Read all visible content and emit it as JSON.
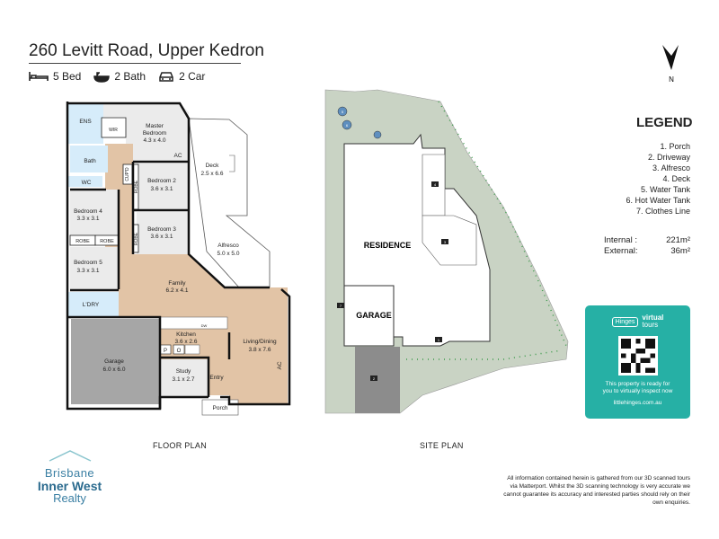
{
  "header": {
    "title": "260 Levitt Road, Upper Kedron",
    "features": [
      {
        "icon": "bed-icon",
        "label": "5 Bed"
      },
      {
        "icon": "bath-icon",
        "label": "2 Bath"
      },
      {
        "icon": "car-icon",
        "label": "2 Car"
      }
    ]
  },
  "compass": {
    "label": "N"
  },
  "floor_plan": {
    "caption": "FLOOR PLAN",
    "rooms": {
      "ens": "ENS",
      "wir": "WIR",
      "master": "Master",
      "master2": "Bedroom",
      "master_size": "4.3 x 4.0",
      "ac1": "AC",
      "bath": "Bath",
      "wc": "WC",
      "cupd": "CUP'D",
      "robe": "ROBE",
      "bed2": "Bedroom 2",
      "bed2_size": "3.6 x 3.1",
      "bed3": "Bedroom 3",
      "bed3_size": "3.6 x 3.1",
      "bed4": "Bedroom 4",
      "bed4_size": "3.3 x 3.1",
      "bed5": "Bedroom 5",
      "bed5_size": "3.3 x 3.1",
      "deck": "Deck",
      "deck_size": "2.5 x 6.6",
      "alfresco": "Alfresco",
      "alfresco_size": "5.0 x 5.0",
      "family": "Family",
      "family_size": "6.2 x 4.1",
      "ldry": "L'DRY",
      "kitchen": "Kitchen",
      "kitchen_size": "3.6 x 2.6",
      "dw": "DW",
      "p": "P",
      "o": "O",
      "living": "Living/Dining",
      "living_size": "3.8 x 7.6",
      "ac2": "AC",
      "garage": "Garage",
      "garage_size": "6.0 x 6.0",
      "study": "Study",
      "study_size": "3.1 x 2.7",
      "entry": "Entry",
      "porch": "Porch"
    }
  },
  "site_plan": {
    "caption": "SITE PLAN",
    "residence": "RESIDENCE",
    "garage": "GARAGE",
    "markers": [
      "1",
      "2",
      "3",
      "4",
      "5",
      "6",
      "7"
    ]
  },
  "legend": {
    "title": "LEGEND",
    "items": [
      "1. Porch",
      "2. Driveway",
      "3. Alfresco",
      "4. Deck",
      "5. Water Tank",
      "6. Hot Water Tank",
      "7. Clothes Line"
    ]
  },
  "areas": {
    "internal_label": "Internal :",
    "internal_value": "221m²",
    "external_label": "External:",
    "external_value": "36m²"
  },
  "virtual_tour": {
    "brand_small": "Hinges",
    "brand_virtual": "virtual",
    "brand_tours": "tours",
    "message_1": "This property is ready for",
    "message_2": "you to virtually inspect now",
    "url": "littlehinges.com.au"
  },
  "agency": {
    "line1": "Brisbane",
    "line2": "Inner West",
    "line3": "Realty"
  },
  "disclaimer": "All information contained herein is gathered from our 3D scanned tours via Matterport. Whilst the 3D scanning technology is very accurate we cannot guarantee its accuracy and interested parties should rely on their own enquiries.",
  "colors": {
    "wet": "#d6ecfa",
    "room": "#ebebeb",
    "wood": "#e2c4a6",
    "garage": "#a6a6a6",
    "lawn": "#c9d3c4",
    "tree": "#3b9a4a",
    "teal": "#26b0a5"
  }
}
